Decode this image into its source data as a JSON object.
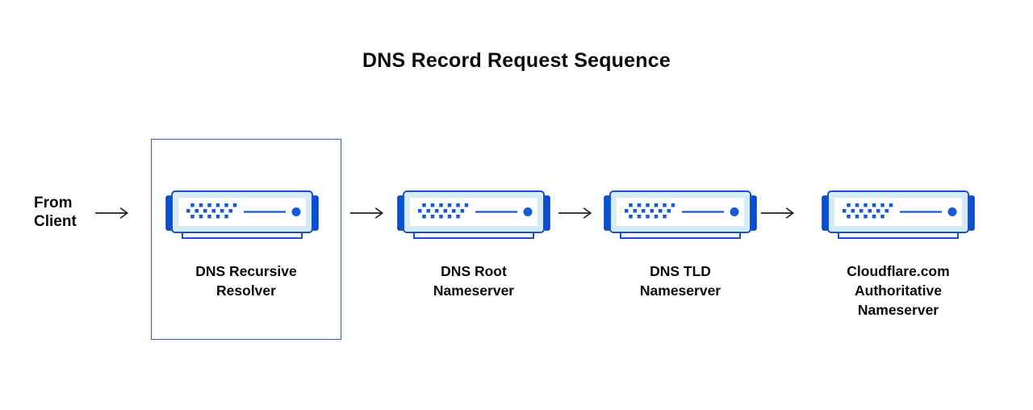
{
  "title": "DNS Record Request Sequence",
  "source_label": "From Client",
  "nodes": [
    {
      "label": "DNS Recursive Resolver",
      "highlighted": true
    },
    {
      "label": "DNS Root Nameserver",
      "highlighted": false
    },
    {
      "label": "DNS TLD Nameserver",
      "highlighted": false
    },
    {
      "label": "Cloudflare.com Authoritative Nameserver",
      "highlighted": false
    }
  ],
  "colors": {
    "server_ear_blue": "#0452d9",
    "server_outline_blue": "#1a50cc",
    "server_body_light_blue": "#d5ecf7",
    "server_accent_blue": "#155bd5",
    "highlight_box_border": "#2e5cd5",
    "text": "#0b0b0b",
    "arrow": "#1f1f1f",
    "background": "#ffffff"
  }
}
